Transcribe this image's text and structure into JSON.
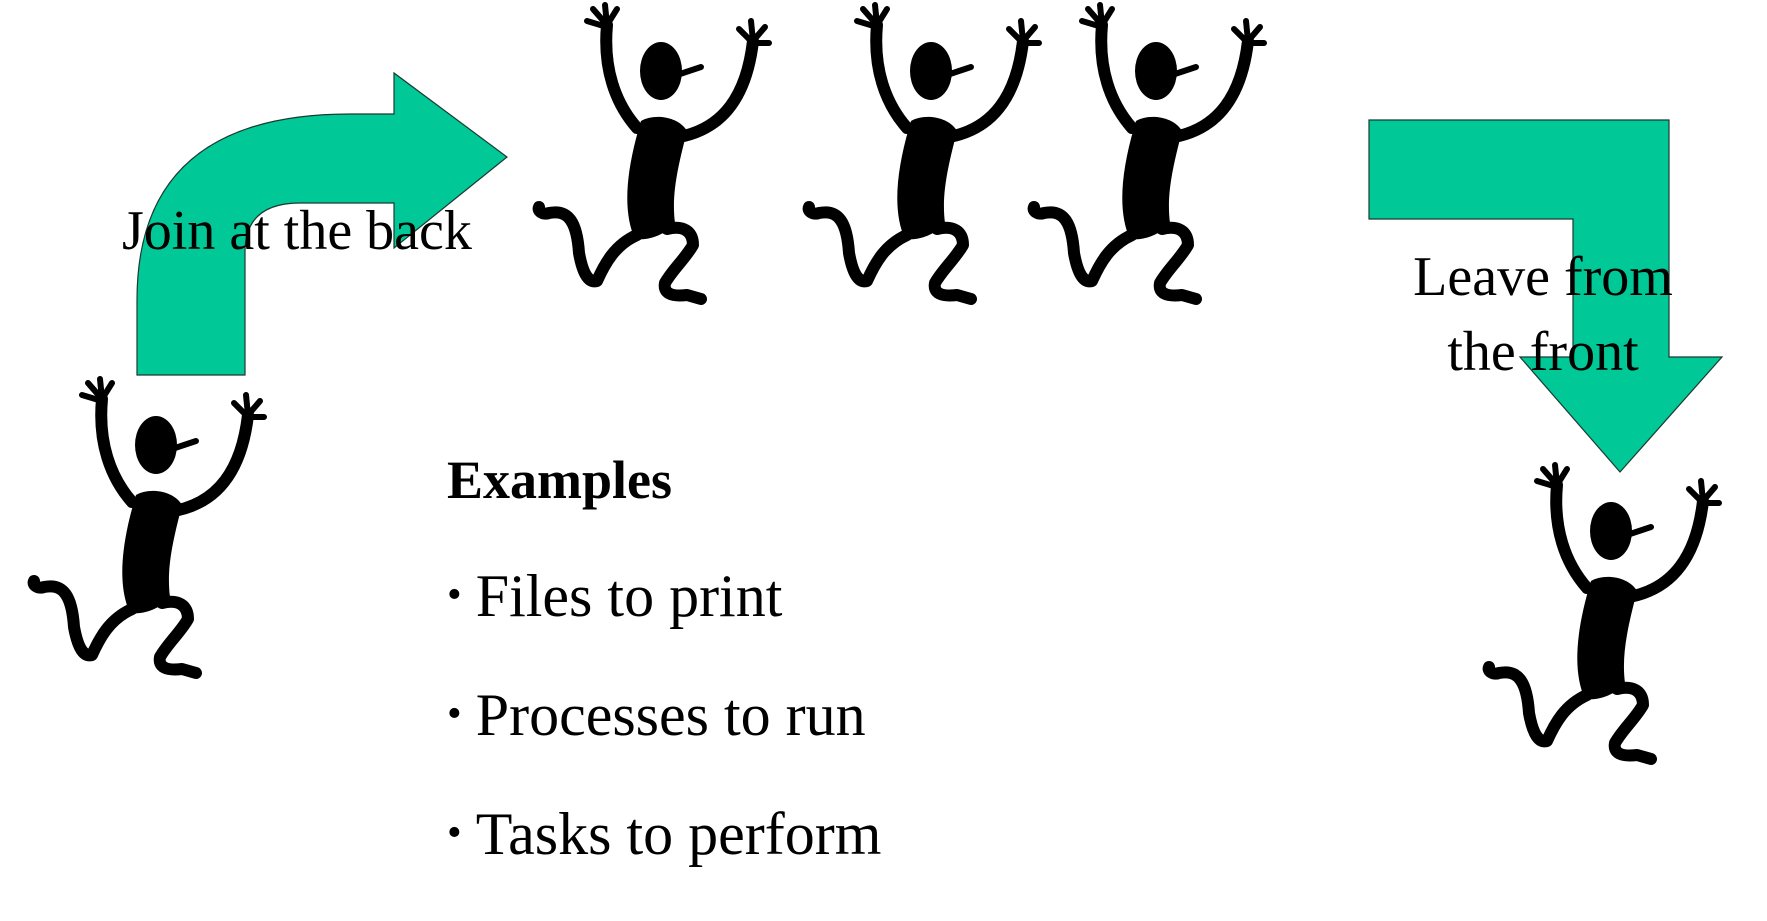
{
  "colors": {
    "arrow_fill": "#00c896",
    "arrow_stroke": "#1a3a30",
    "figure": "#000000",
    "text": "#000000",
    "background": "#ffffff"
  },
  "labels": {
    "join": "Join at the back",
    "leave_line1": "Leave from",
    "leave_line2": "the front"
  },
  "examples": {
    "title": "Examples",
    "bullet": "•",
    "items": [
      "Files to print",
      "Processes to run",
      "Tasks to perform"
    ]
  },
  "icons": {
    "arrow_in": "curved-arrow-right-icon",
    "arrow_out": "bent-arrow-down-icon",
    "figure": "dancing-stick-figure-icon"
  }
}
